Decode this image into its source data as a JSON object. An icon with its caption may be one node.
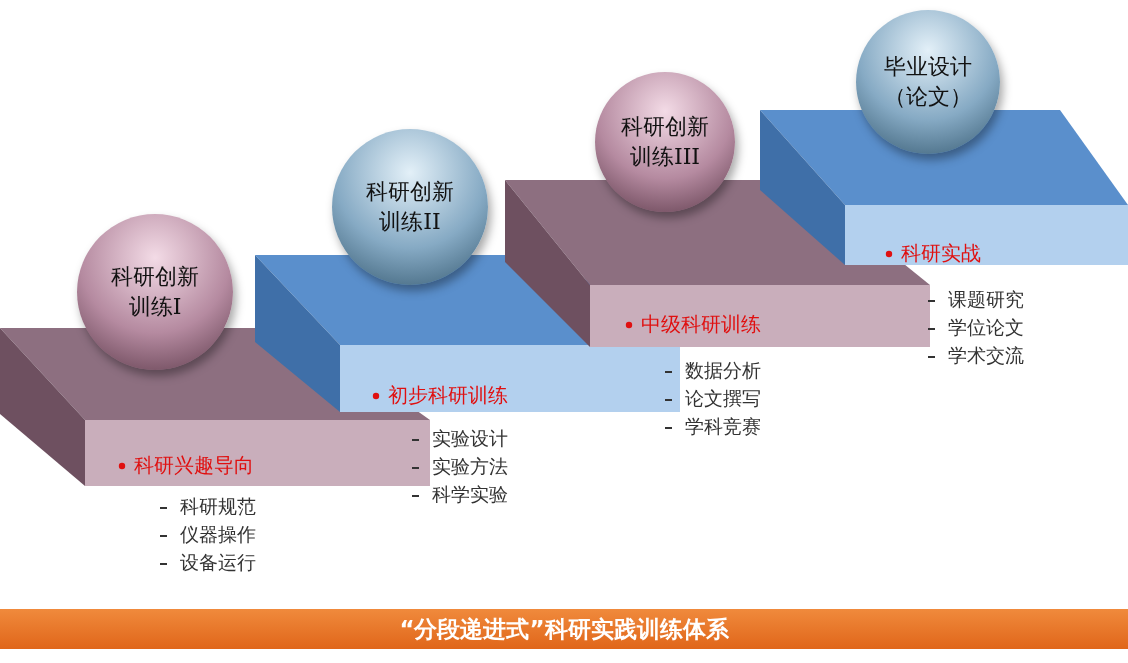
{
  "diagram": {
    "title": "“分段递进式”科研实践训练体系",
    "nodes": [
      {
        "text": [
          "科研兴趣导向"
        ],
        "beside": [
          "科研规范",
          "仪器操作",
          "设备运行"
        ]
      },
      {
        "text": [
          "科研创新训练I"
        ]
      },
      {
        "text": [
          "初步科研训练"
        ],
        "beside": [
          "实验设计",
          "实验方法",
          "科学实验"
        ]
      },
      {
        "text": [
          "科研创新训练II"
        ]
      },
      {
        "text": [
          "中级科研训练"
        ],
        "beside": [
          "数据分析",
          "论文撰写",
          "学科竞赛"
        ]
      },
      {
        "text": [
          "科研创新训练III"
        ]
      },
      {
        "text": [
          "科研实战"
        ],
        "beside": [
          "课题研究",
          "学位论文",
          "学术交流"
        ]
      },
      {
        "text": [
          "毕业设计（论文）"
        ]
      }
    ]
  }
}
